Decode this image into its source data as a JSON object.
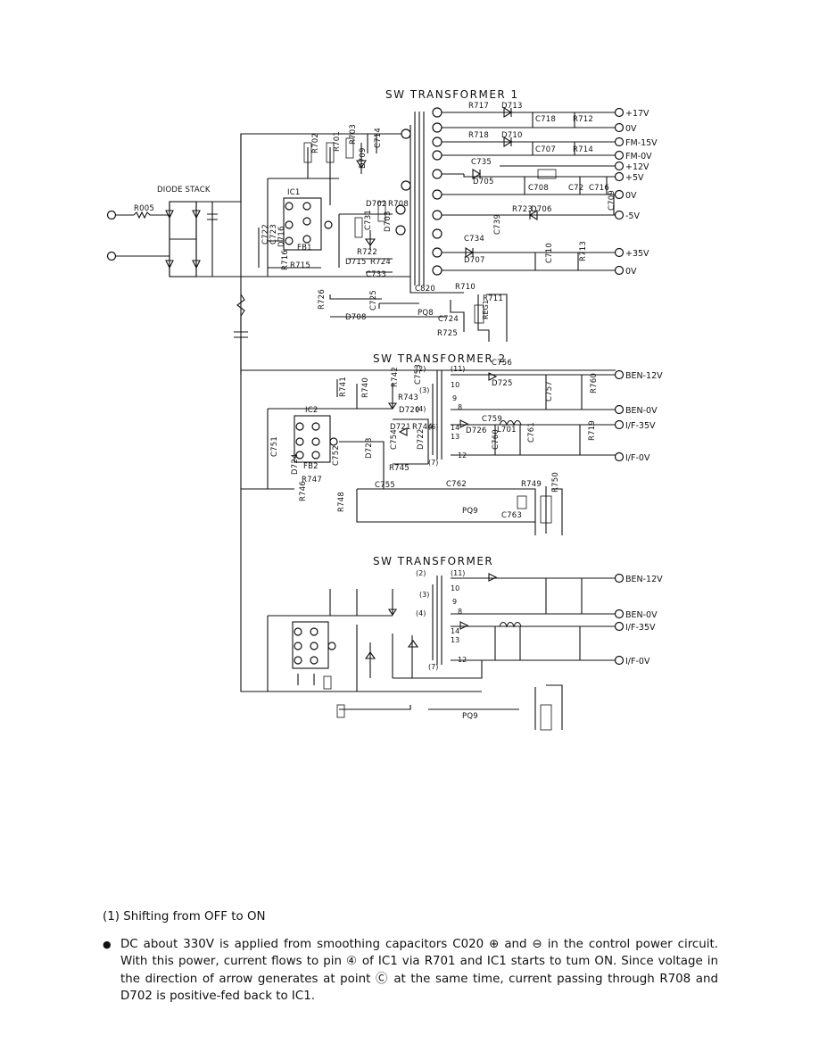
{
  "schematic": {
    "transformer1": {
      "title": "SW TRANSFORMER 1",
      "diode_stack_label": "DIODE STACK",
      "input_resistor": "R005",
      "ic_label": "IC1",
      "photo_coupler": "PQ8",
      "regulator": "REG1",
      "components": [
        "R717",
        "D713",
        "C718",
        "R712",
        "R718",
        "D710",
        "C707",
        "R714",
        "C735",
        "D705",
        "C708",
        "C72",
        "C716",
        "R723",
        "D706",
        "C709",
        "C734",
        "C739",
        "D707",
        "C710",
        "R713",
        "R702",
        "R701",
        "R703",
        "C714",
        "D709",
        "D702",
        "R708",
        "C731",
        "D703",
        "R722",
        "R724",
        "D715",
        "C733",
        "C722",
        "C723",
        "D716",
        "R716",
        "R715",
        "FB1",
        "C820",
        "R710",
        "R711",
        "C725",
        "C724",
        "R725",
        "R726",
        "D708"
      ],
      "outputs": [
        "+17V",
        "0V",
        "FM-15V",
        "FM-0V",
        "+12V",
        "+5V",
        "0V",
        "-5V",
        "+35V",
        "0V"
      ]
    },
    "transformer2": {
      "title": "SW TRANSFORMER 2",
      "ic_label": "IC2",
      "photo_coupler": "PQ9",
      "components": [
        "C756",
        "D725",
        "C757",
        "R760",
        "R741",
        "R740",
        "R742",
        "C753",
        "R743",
        "D720",
        "D721",
        "R744",
        "C754",
        "D722",
        "D726",
        "C759",
        "L701",
        "C760",
        "C761",
        "R719",
        "C751",
        "D724",
        "FB2",
        "C752",
        "R747",
        "D723",
        "R745",
        "C755",
        "C762",
        "R746",
        "R748",
        "R749",
        "R750",
        "C763"
      ],
      "pins_left": [
        "(2)",
        "(3)",
        "(4)",
        "(6)",
        "(7)"
      ],
      "pins_right": [
        "(11)",
        "10",
        "9",
        "8",
        "14",
        "13",
        "12"
      ],
      "outputs": [
        "BEN-12V",
        "BEN-0V",
        "I/F-35V",
        "I/F-0V"
      ]
    },
    "transformer3": {
      "title": "SW TRANSFORMER",
      "photo_coupler": "PQ9",
      "pins_left": [
        "(2)",
        "(3)",
        "(4)",
        "(7)"
      ],
      "pins_right": [
        "(11)",
        "10",
        "9",
        "8",
        "14",
        "13",
        "12"
      ],
      "outputs": [
        "BEN-12V",
        "BEN-0V",
        "I/F-35V",
        "I/F-0V"
      ]
    }
  },
  "description": {
    "heading": "(1) Shifting from OFF to ON",
    "paragraph": "DC about 330V is applied from smoothing capacitors C020 ⊕ and ⊖ in the control power circuit. With this power, current flows to pin ④ of IC1 via R701 and IC1 starts to tum ON. Since voltage in the direction of arrow generates at point Ⓒ at the same time, current passing through R708 and D702 is positive-fed back to IC1."
  }
}
